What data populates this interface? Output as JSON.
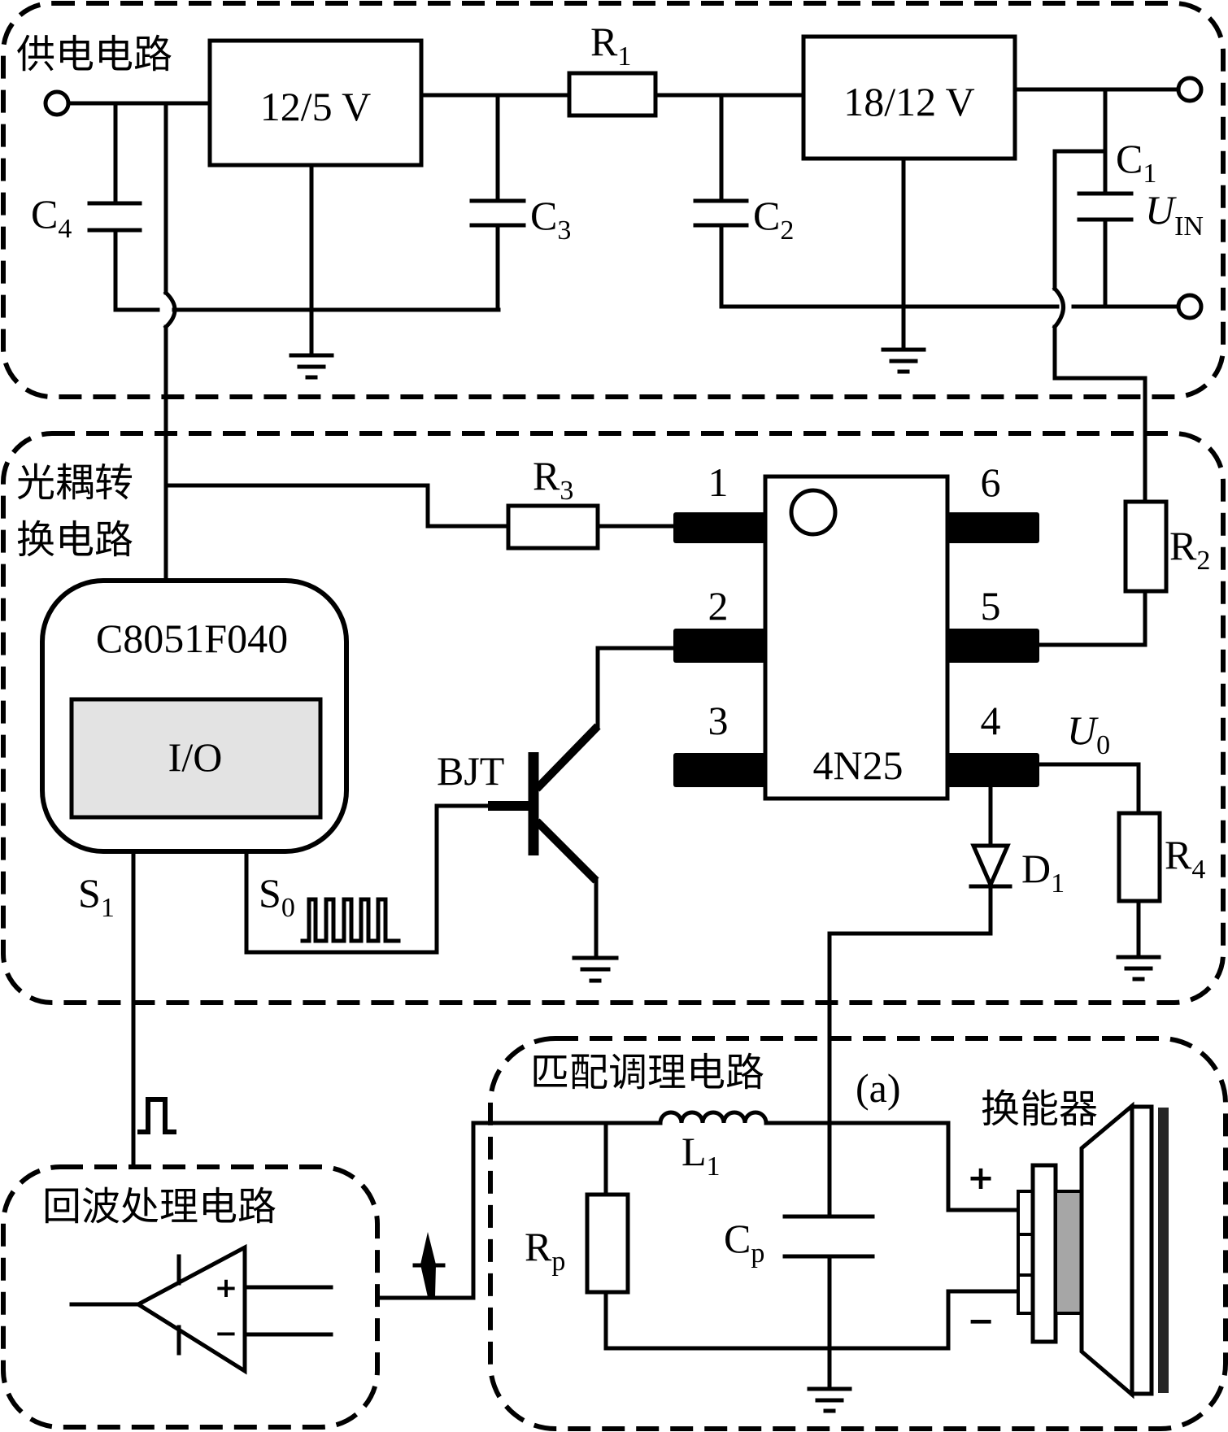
{
  "sections": {
    "power": "供电电路",
    "optocoupler_l1": "光耦转",
    "optocoupler_l2": "换电路",
    "echo": "回波处理电路",
    "matching": "匹配调理电路"
  },
  "regulators": {
    "reg1": "12/5 V",
    "reg2": "18/12 V"
  },
  "components": {
    "R1": {
      "main": "R",
      "sub": "1"
    },
    "R2": {
      "main": "R",
      "sub": "2"
    },
    "R3": {
      "main": "R",
      "sub": "3"
    },
    "R4": {
      "main": "R",
      "sub": "4"
    },
    "C1": {
      "main": "C",
      "sub": "1"
    },
    "C2": {
      "main": "C",
      "sub": "2"
    },
    "C3": {
      "main": "C",
      "sub": "3"
    },
    "C4": {
      "main": "C",
      "sub": "4"
    },
    "D1": {
      "main": "D",
      "sub": "1"
    },
    "L1": {
      "main": "L",
      "sub": "1"
    },
    "Rp": {
      "main": "R",
      "sub": "p"
    },
    "Cp": {
      "main": "C",
      "sub": "p"
    },
    "UIN": {
      "main": "U",
      "sub": "IN"
    },
    "U0": {
      "main": "U",
      "sub": "0"
    },
    "S0": {
      "main": "S",
      "sub": "0"
    },
    "S1": {
      "main": "S",
      "sub": "1"
    }
  },
  "mcu": {
    "name": "C8051F040",
    "io": "I/O"
  },
  "optocoupler": {
    "name": "4N25",
    "pins": [
      "1",
      "2",
      "3",
      "4",
      "5",
      "6"
    ]
  },
  "transistor": "BJT",
  "node_a": "(a)",
  "transducer": "换能器",
  "polarity": {
    "plus": "+",
    "minus": "−"
  },
  "colors": {
    "io_fill": "#e3e3e3",
    "transducer_layer": "#a6a6a6",
    "transducer_back": "#262626"
  }
}
